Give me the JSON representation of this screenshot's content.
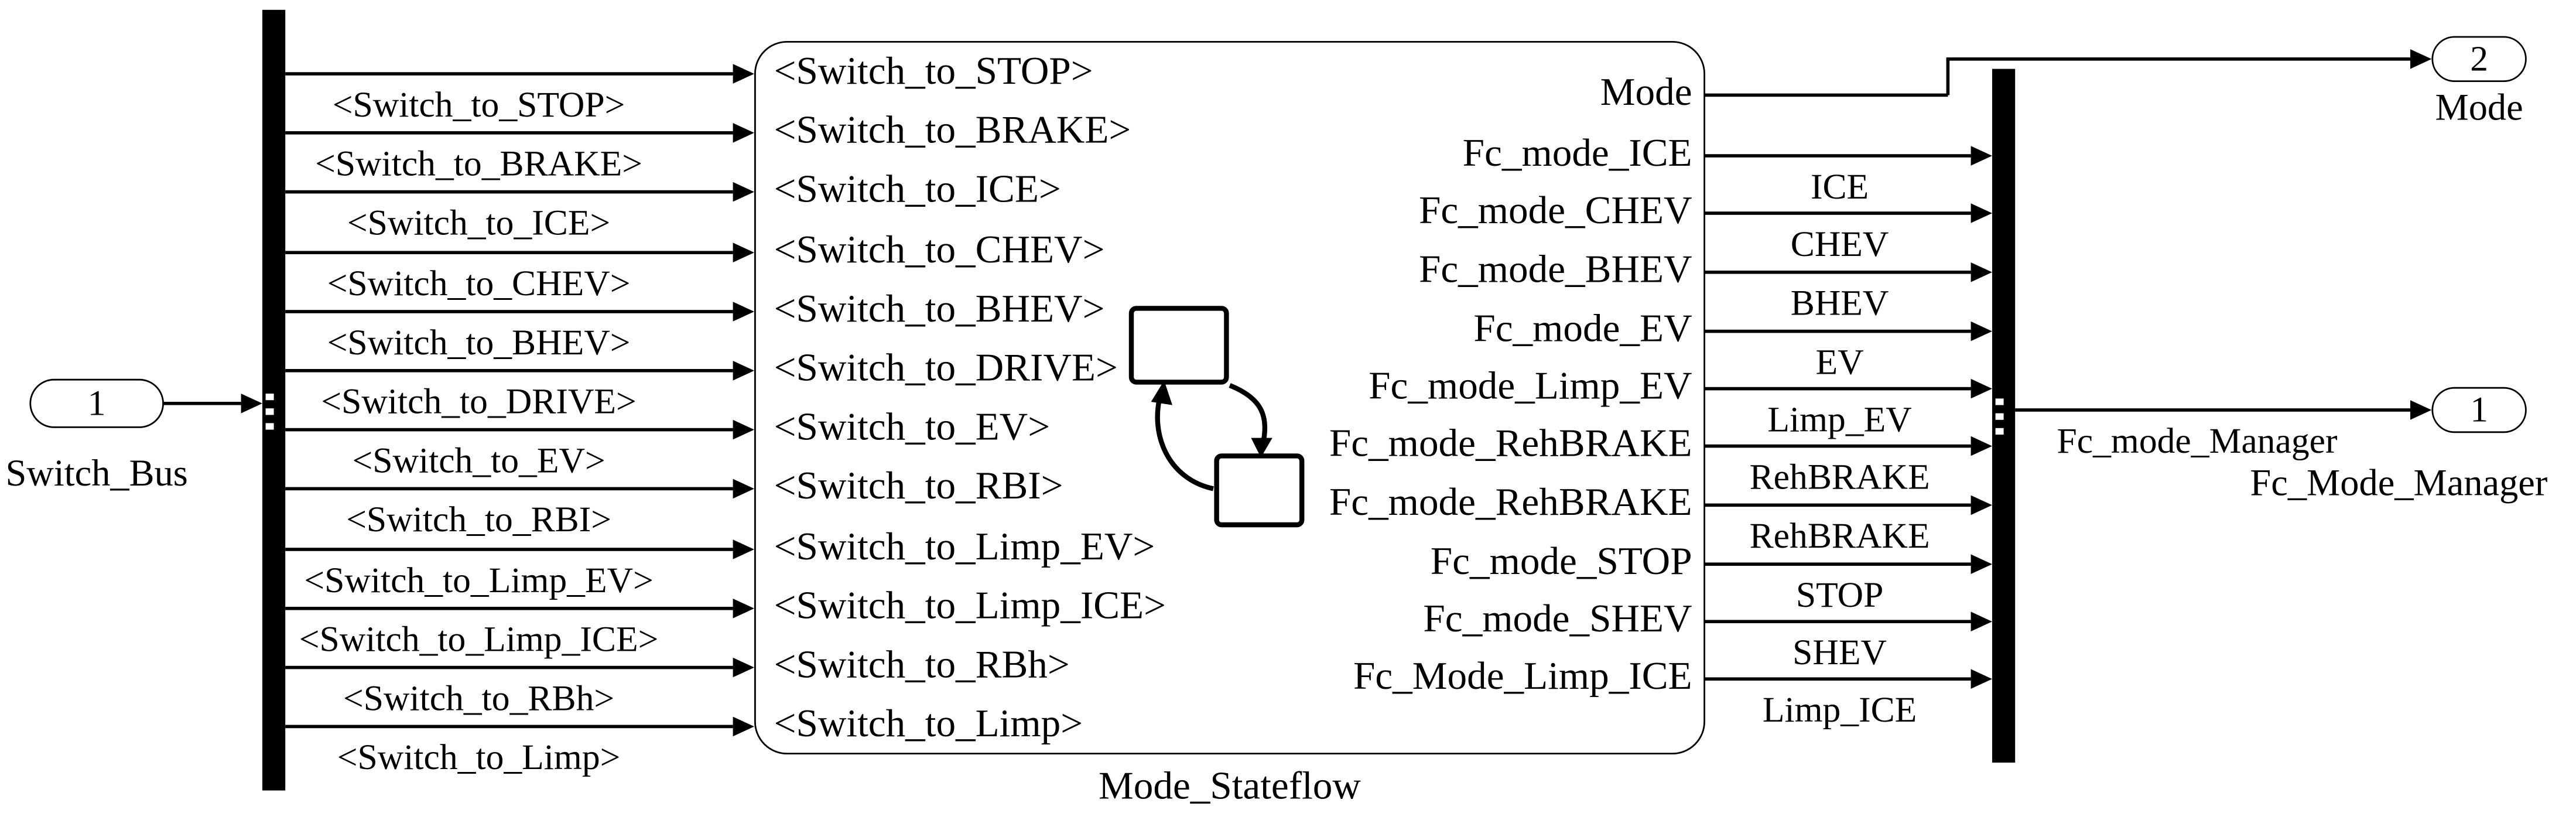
{
  "colors": {
    "line": "#000000",
    "block_fill": "#ffffff",
    "bus_fill": "#000000"
  },
  "inport": {
    "number": "1",
    "name": "Switch_Bus"
  },
  "outport_mode": {
    "number": "2",
    "name": "Mode"
  },
  "outport_manager": {
    "number": "1",
    "name": "Fc_Mode_Manager",
    "signal": "Fc_mode_Manager"
  },
  "stateflow": {
    "name": "Mode_Stateflow",
    "inputs": [
      "<Switch_to_STOP>",
      "<Switch_to_BRAKE>",
      "<Switch_to_ICE>",
      "<Switch_to_CHEV>",
      "<Switch_to_BHEV>",
      "<Switch_to_DRIVE>",
      "<Switch_to_EV>",
      "<Switch_to_RBI>",
      "<Switch_to_Limp_EV>",
      "<Switch_to_Limp_ICE>",
      "<Switch_to_RBh>",
      "<Switch_to_Limp>"
    ],
    "outputs": [
      "Mode",
      "Fc_mode_ICE",
      "Fc_mode_CHEV",
      "Fc_mode_BHEV",
      "Fc_mode_EV",
      "Fc_mode_Limp_EV",
      "Fc_mode_RehBRAKE",
      "Fc_mode_RehBRAKE",
      "Fc_mode_STOP",
      "Fc_mode_SHEV",
      "Fc_Mode_Limp_ICE"
    ]
  },
  "left_signals": [
    "<Switch_to_STOP>",
    "<Switch_to_BRAKE>",
    "<Switch_to_ICE>",
    "<Switch_to_CHEV>",
    "<Switch_to_BHEV>",
    "<Switch_to_DRIVE>",
    "<Switch_to_EV>",
    "<Switch_to_RBI>",
    "<Switch_to_Limp_EV>",
    "<Switch_to_Limp_ICE>",
    "<Switch_to_RBh>",
    "<Switch_to_Limp>"
  ],
  "right_signals": [
    "ICE",
    "CHEV",
    "BHEV",
    "EV",
    "Limp_EV",
    "RehBRAKE",
    "RehBRAKE",
    "STOP",
    "SHEV",
    "Limp_ICE"
  ]
}
